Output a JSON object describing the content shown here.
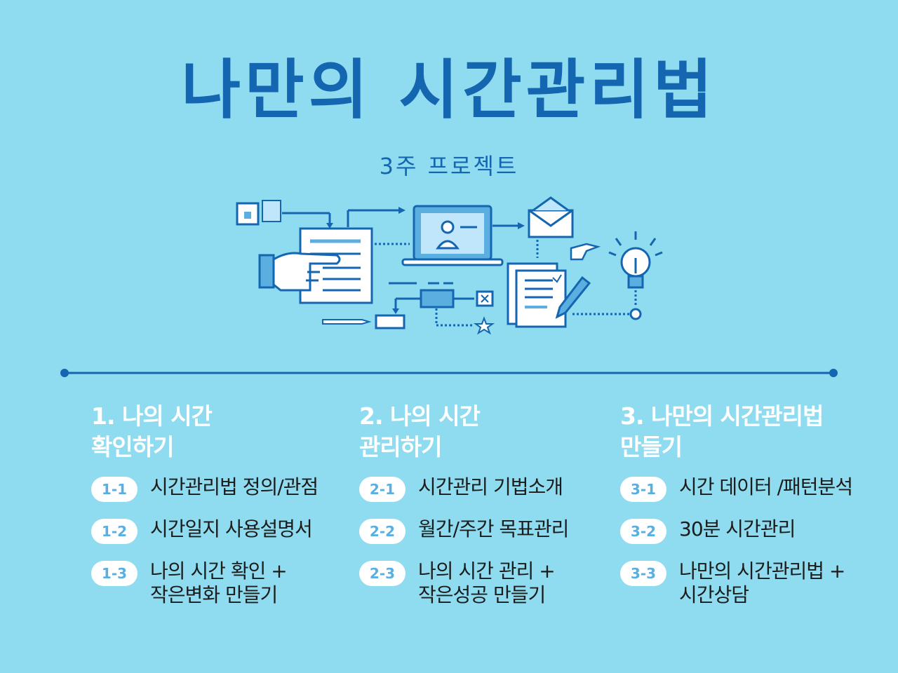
{
  "header": {
    "title": "나만의 시간관리법",
    "subtitle": "3주 프로젝트"
  },
  "colors": {
    "background": "#8fdcf0",
    "title": "#1466b0",
    "line": "#1466b0",
    "badge_bg": "#ffffff",
    "badge_text": "#5aaee0"
  },
  "sections": [
    {
      "title": "1. 나의 시간\n확인하기",
      "items": [
        {
          "badge": "1-1",
          "text": "시간관리법 정의/관점"
        },
        {
          "badge": "1-2",
          "text": "시간일지 사용설명서"
        },
        {
          "badge": "1-3",
          "text": "나의 시간 확인 +\n작은변화 만들기"
        }
      ]
    },
    {
      "title": "2. 나의 시간\n관리하기",
      "items": [
        {
          "badge": "2-1",
          "text": "시간관리 기법소개"
        },
        {
          "badge": "2-2",
          "text": "월간/주간 목표관리"
        },
        {
          "badge": "2-3",
          "text": "나의 시간 관리 +\n작은성공 만들기"
        }
      ]
    },
    {
      "title": "3. 나만의 시간관리법\n만들기",
      "items": [
        {
          "badge": "3-1",
          "text": "시간 데이터 /패턴분석"
        },
        {
          "badge": "3-2",
          "text": "30분 시간관리"
        },
        {
          "badge": "3-3",
          "text": "나만의 시간관리법 +\n시간상담"
        }
      ]
    }
  ],
  "illustration_icons": [
    "document-icon",
    "pointing-hand-icon",
    "laptop-icon",
    "envelope-icon",
    "lightbulb-icon",
    "pencil-icon",
    "star-icon",
    "close-box-icon"
  ]
}
